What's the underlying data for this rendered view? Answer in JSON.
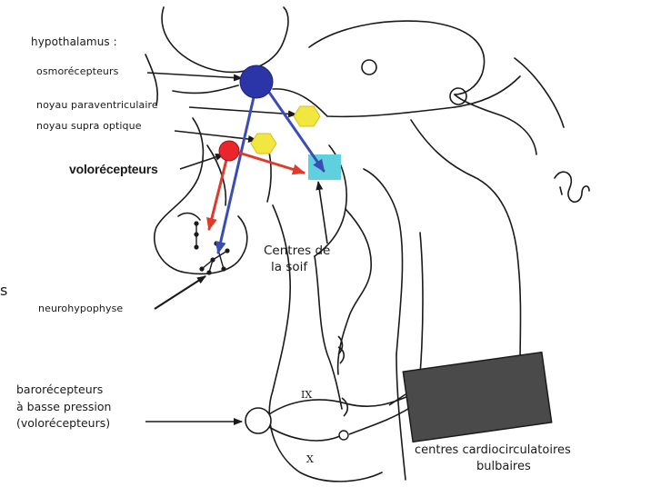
{
  "labels": {
    "hypothalamus": "hypothalamus :",
    "osmorecepteurs": "osmorécepteurs",
    "noyau_paraventriculaire": "noyau paraventriculaire",
    "noyau_supra_optique": "noyau supra optique",
    "volorecepteurs": "volorécepteurs",
    "centres_soif_line1": "Centres de",
    "centres_soif_line2": "la soif",
    "neurohypophyse": "neurohypophyse",
    "barorecepteurs_line1": "barorécepteurs",
    "barorecepteurs_line2": "à basse pression",
    "barorecepteurs_line3": "(volorécepteurs)",
    "nerve_ix": "IX",
    "nerve_x": "X",
    "centres_cardio_line1": "centres cardiocirculatoires",
    "centres_cardio_line2": "bulbaires",
    "edge_char": "s"
  },
  "colors": {
    "osmo_node": "#2b35a8",
    "volo_node": "#e8262b",
    "hexagon": "#f2e640",
    "thirst_center": "#5fd0de",
    "blue_arrow": "#3a4db5",
    "red_arrow": "#e03a2c",
    "outline": "#1a1a1a",
    "bulbar_box": "#4a4a4a"
  }
}
